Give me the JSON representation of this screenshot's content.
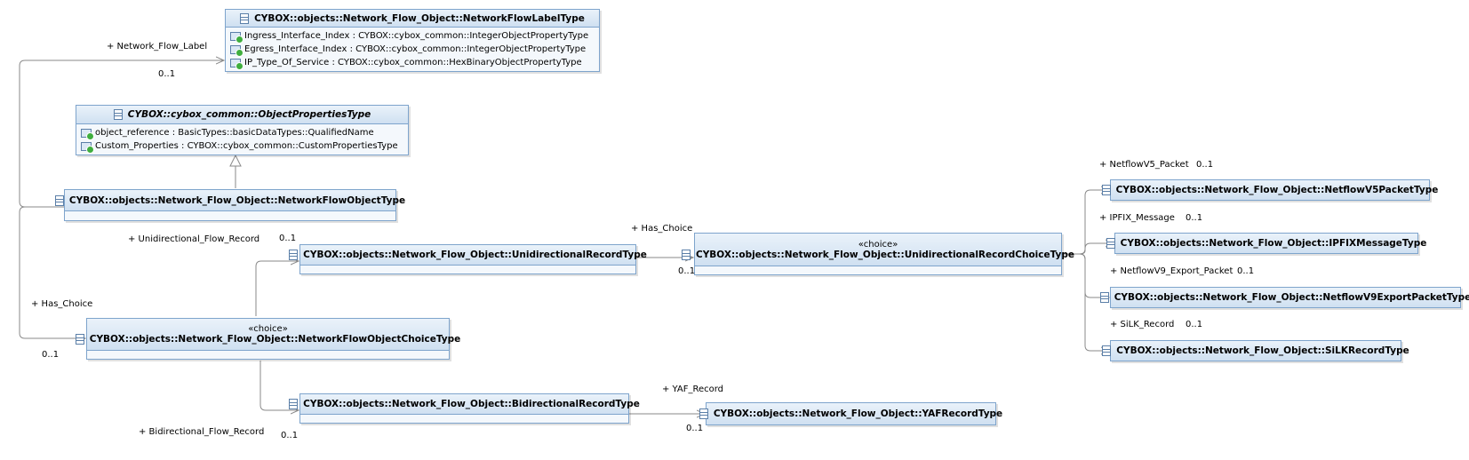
{
  "classes": {
    "label": {
      "name": "CYBOX::objects::Network_Flow_Object::NetworkFlowLabelType",
      "attributes": [
        "Ingress_Interface_Index : CYBOX::cybox_common::IntegerObjectPropertyType",
        "Egress_Interface_Index : CYBOX::cybox_common::IntegerObjectPropertyType",
        "IP_Type_Of_Service : CYBOX::cybox_common::HexBinaryObjectPropertyType"
      ]
    },
    "objprops": {
      "name": "CYBOX::cybox_common::ObjectPropertiesType",
      "attributes": [
        "object_reference : BasicTypes::basicDataTypes::QualifiedName",
        "Custom_Properties : CYBOX::cybox_common::CustomPropertiesType"
      ]
    },
    "flowobj": {
      "name": "CYBOX::objects::Network_Flow_Object::NetworkFlowObjectType"
    },
    "uni": {
      "name": "CYBOX::objects::Network_Flow_Object::UnidirectionalRecordType"
    },
    "unichoice": {
      "stereotype": "«choice»",
      "name": "CYBOX::objects::Network_Flow_Object::UnidirectionalRecordChoiceType"
    },
    "flowchoice": {
      "stereotype": "«choice»",
      "name": "CYBOX::objects::Network_Flow_Object::NetworkFlowObjectChoiceType"
    },
    "bi": {
      "name": "CYBOX::objects::Network_Flow_Object::BidirectionalRecordType"
    },
    "yaf": {
      "name": "CYBOX::objects::Network_Flow_Object::YAFRecordType"
    },
    "v5": {
      "name": "CYBOX::objects::Network_Flow_Object::NetflowV5PacketType"
    },
    "ipfix": {
      "name": "CYBOX::objects::Network_Flow_Object::IPFIXMessageType"
    },
    "v9": {
      "name": "CYBOX::objects::Network_Flow_Object::NetflowV9ExportPacketType"
    },
    "silk": {
      "name": "CYBOX::objects::Network_Flow_Object::SiLKRecordType"
    }
  },
  "labels": {
    "network_flow_label": "+ Network_Flow_Label",
    "network_flow_label_mult": "0..1",
    "unidirectional_flow_record": "+ Unidirectional_Flow_Record",
    "unidirectional_flow_record_mult": "0..1",
    "has_choice_uni": "+ Has_Choice",
    "has_choice_uni_mult": "0..1",
    "has_choice_flow": "+ Has_Choice",
    "has_choice_flow_mult": "0..1",
    "bidirectional_flow_record": "+ Bidirectional_Flow_Record",
    "bidirectional_flow_record_mult": "0..1",
    "yaf_record": "+ YAF_Record",
    "yaf_record_mult": "0..1",
    "netflowv5_packet": "+ NetflowV5_Packet",
    "netflowv5_packet_mult": "0..1",
    "ipfix_message": "+ IPFIX_Message",
    "ipfix_message_mult": "0..1",
    "netflowv9_export_packet": "+ NetflowV9_Export_Packet",
    "netflowv9_export_packet_mult": "0..1",
    "silk_record": "+ SiLK_Record",
    "silk_record_mult": "0..1"
  },
  "colors": {
    "box_border": "#7ea4cc",
    "header_top": "#eaf2fa",
    "header_bottom": "#cfe0f1",
    "wire": "#8a8a8a"
  }
}
